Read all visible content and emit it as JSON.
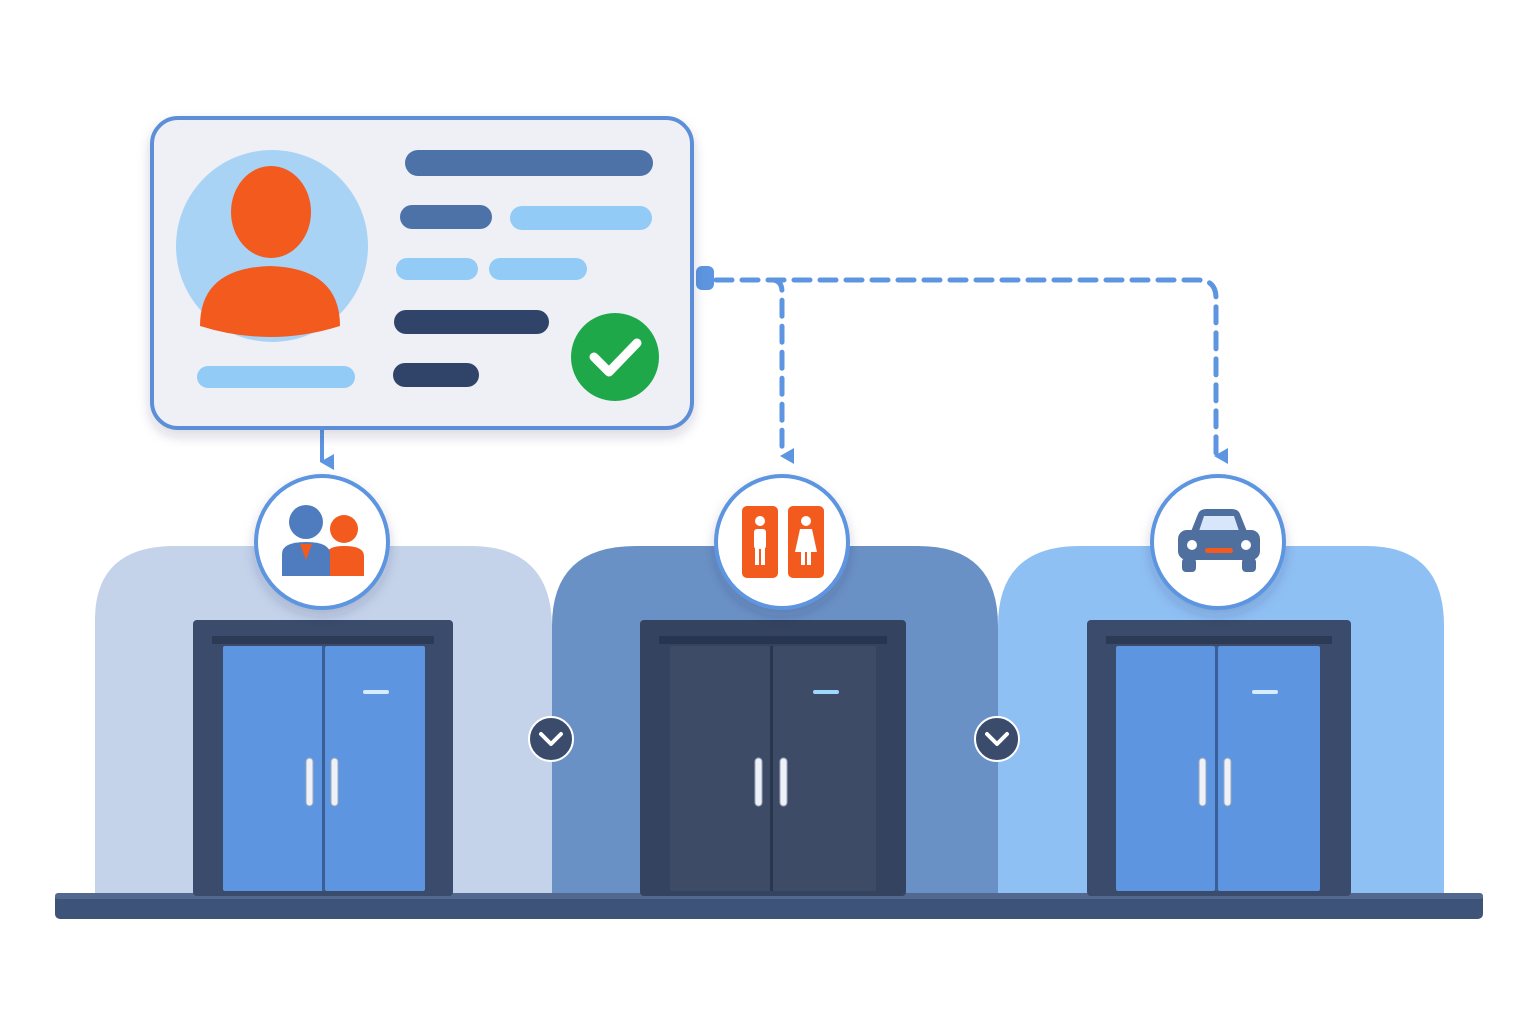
{
  "colors": {
    "card_bg": "#eef0f6",
    "card_border": "#5b8fd8",
    "avatar_ring": "#a9d3f5",
    "avatar_person": "#f25a1e",
    "bar_dark": "#2f4468",
    "bar_mid": "#4c72a8",
    "bar_light": "#92cbf6",
    "check_green": "#1fa84a",
    "connector": "#5d95e0",
    "section_light": "#c4d3ea",
    "section_mid": "#6a91c5",
    "section_bright": "#8fc0f4",
    "frame_dark": "#3a4b6b",
    "door_blue": "#5d95e0",
    "door_dark": "#3d4b66",
    "floor": "#3d5378",
    "badge_bg": "#ffffff",
    "restroom_orange": "#f25a1e",
    "car_blue": "#4f6f9e"
  },
  "card": {
    "avatar_icon": "user-avatar-icon",
    "status_icon": "checkmark-icon",
    "line_count": 9
  },
  "access_points": [
    {
      "id": "staff-access",
      "icon": "people-icon",
      "section_color": "section_light",
      "door_color": "door_blue"
    },
    {
      "id": "restroom-access",
      "icon": "restroom-icon",
      "section_color": "section_mid",
      "door_color": "door_dark"
    },
    {
      "id": "parking-access",
      "icon": "car-icon",
      "section_color": "section_bright",
      "door_color": "door_blue"
    }
  ],
  "transitions": [
    {
      "icon": "chevron-down-icon"
    },
    {
      "icon": "chevron-down-icon"
    }
  ],
  "connectors": {
    "style": "dashed",
    "targets": [
      "staff-access",
      "restroom-access",
      "parking-access"
    ]
  }
}
